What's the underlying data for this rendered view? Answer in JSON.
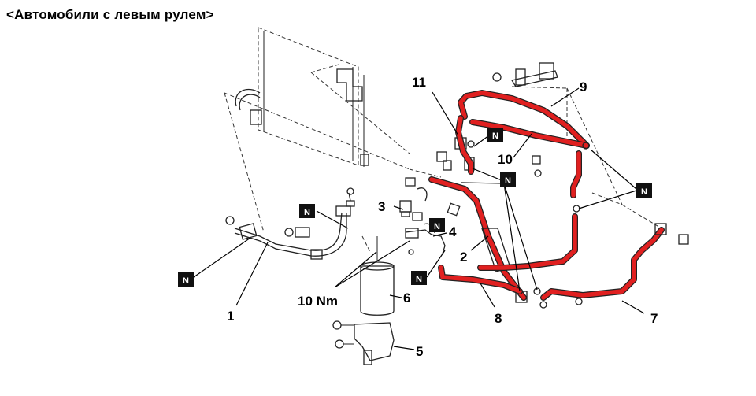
{
  "title": "<Автомобили с левым рулем>",
  "nut_mark": "N",
  "torque_label": "10 Nm",
  "callouts": {
    "c1": "1",
    "c2": "2",
    "c3": "3",
    "c4": "4",
    "c5": "5",
    "c6": "6",
    "c7": "7",
    "c8": "8",
    "c9": "9",
    "c10": "10",
    "c11": "11"
  },
  "colors": {
    "hose_red": "#e02020",
    "line": "#222222",
    "badge": "#111111"
  }
}
